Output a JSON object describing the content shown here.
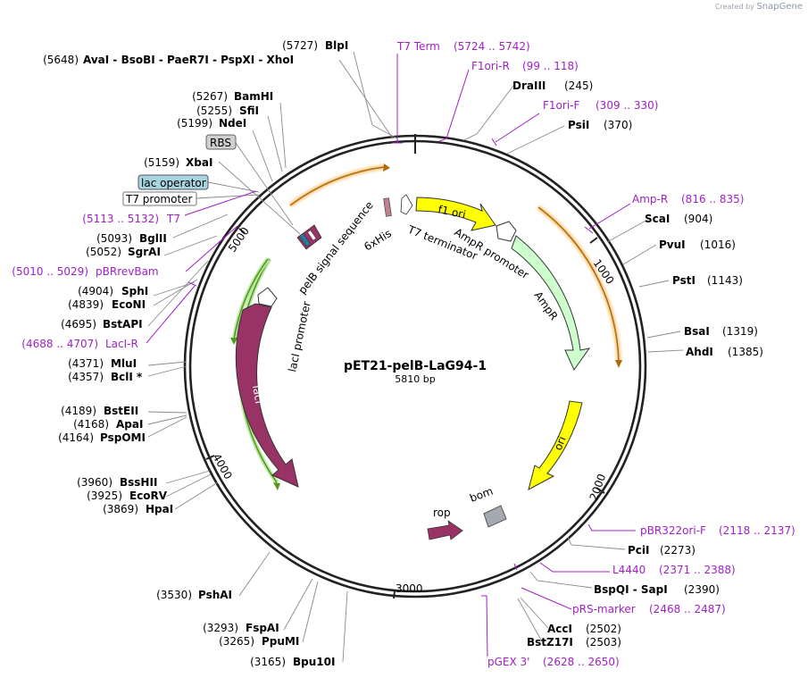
{
  "plasmid": {
    "name": "pET21-pelB-LaG94-1",
    "length_label": "5810 bp",
    "credit_prefix": "Created by",
    "credit_brand": "SnapGene"
  },
  "ticks": [
    "1000",
    "2000",
    "3000",
    "4000",
    "5000"
  ],
  "left_labels": [
    {
      "pos": "(5648)",
      "name": "AvaI  -  BsoBI  -  PaeR7I  -  PspXI  -  XhoI",
      "kind": "enzyme"
    },
    {
      "pos": "(5727)",
      "name": "BlpI",
      "kind": "enzyme"
    },
    {
      "pos": "(5267)",
      "name": "BamHI",
      "kind": "enzyme"
    },
    {
      "pos": "(5255)",
      "name": "SfiI",
      "kind": "enzyme"
    },
    {
      "pos": "(5199)",
      "name": "NdeI",
      "kind": "enzyme"
    },
    {
      "pos": "",
      "name": "RBS",
      "kind": "boxed"
    },
    {
      "pos": "(5159)",
      "name": "XbaI",
      "kind": "enzyme"
    },
    {
      "pos": "",
      "name": "lac operator",
      "kind": "boxed-blue"
    },
    {
      "pos": "",
      "name": "T7 promoter",
      "kind": "boxed-white"
    },
    {
      "pos": "(5113 .. 5132)",
      "name": "T7",
      "kind": "primer"
    },
    {
      "pos": "(5093)",
      "name": "BglII",
      "kind": "enzyme"
    },
    {
      "pos": "(5052)",
      "name": "SgrAI",
      "kind": "enzyme"
    },
    {
      "pos": "(5010 .. 5029)",
      "name": "pBRrevBam",
      "kind": "primer"
    },
    {
      "pos": "(4904)",
      "name": "SphI",
      "kind": "enzyme"
    },
    {
      "pos": "(4839)",
      "name": "EcoNI",
      "kind": "enzyme"
    },
    {
      "pos": "(4695)",
      "name": "BstAPI",
      "kind": "enzyme"
    },
    {
      "pos": "(4688 .. 4707)",
      "name": "LacI-R",
      "kind": "primer"
    },
    {
      "pos": "(4371)",
      "name": "MluI",
      "kind": "enzyme"
    },
    {
      "pos": "(4357)",
      "name": "BclI *",
      "kind": "enzyme"
    },
    {
      "pos": "(4189)",
      "name": "BstEII",
      "kind": "enzyme"
    },
    {
      "pos": "(4168)",
      "name": "ApaI",
      "kind": "enzyme"
    },
    {
      "pos": "(4164)",
      "name": "PspOMI",
      "kind": "enzyme"
    },
    {
      "pos": "(3960)",
      "name": "BssHII",
      "kind": "enzyme"
    },
    {
      "pos": "(3925)",
      "name": "EcoRV",
      "kind": "enzyme"
    },
    {
      "pos": "(3869)",
      "name": "HpaI",
      "kind": "enzyme"
    },
    {
      "pos": "(3530)",
      "name": "PshAI",
      "kind": "enzyme"
    },
    {
      "pos": "(3293)",
      "name": "FspAI",
      "kind": "enzyme"
    },
    {
      "pos": "(3265)",
      "name": "PpuMI",
      "kind": "enzyme"
    },
    {
      "pos": "(3165)",
      "name": "Bpu10I",
      "kind": "enzyme"
    }
  ],
  "right_labels": [
    {
      "name": "T7 Term",
      "pos": "(5724 .. 5742)",
      "kind": "primer"
    },
    {
      "name": "F1ori-R",
      "pos": "(99 .. 118)",
      "kind": "primer"
    },
    {
      "name": "DraIII",
      "pos": "(245)",
      "kind": "enzyme"
    },
    {
      "name": "F1ori-F",
      "pos": "(309 .. 330)",
      "kind": "primer"
    },
    {
      "name": "PsiI",
      "pos": "(370)",
      "kind": "enzyme"
    },
    {
      "name": "Amp-R",
      "pos": "(816 .. 835)",
      "kind": "primer"
    },
    {
      "name": "ScaI",
      "pos": "(904)",
      "kind": "enzyme"
    },
    {
      "name": "PvuI",
      "pos": "(1016)",
      "kind": "enzyme"
    },
    {
      "name": "PstI",
      "pos": "(1143)",
      "kind": "enzyme"
    },
    {
      "name": "BsaI",
      "pos": "(1319)",
      "kind": "enzyme"
    },
    {
      "name": "AhdI",
      "pos": "(1385)",
      "kind": "enzyme"
    },
    {
      "name": "pBR322ori-F",
      "pos": "(2118 .. 2137)",
      "kind": "primer"
    },
    {
      "name": "PciI",
      "pos": "(2273)",
      "kind": "enzyme"
    },
    {
      "name": "L4440",
      "pos": "(2371 .. 2388)",
      "kind": "primer"
    },
    {
      "name": "BspQI  -  SapI",
      "pos": "(2390)",
      "kind": "enzyme"
    },
    {
      "name": "pRS-marker",
      "pos": "(2468 .. 2487)",
      "kind": "primer"
    },
    {
      "name": "AccI",
      "pos": "(2502)",
      "kind": "enzyme"
    },
    {
      "name": "BstZ17I",
      "pos": "(2503)",
      "kind": "enzyme"
    },
    {
      "name": "pGEX 3'",
      "pos": "(2628 .. 2650)",
      "kind": "primer"
    }
  ],
  "features": [
    {
      "name": "f1 ori",
      "kind": "origin",
      "color": "#ffff00"
    },
    {
      "name": "AmpR promoter",
      "kind": "promoter",
      "color": "#ffffff"
    },
    {
      "name": "AmpR",
      "kind": "gene",
      "color": "#ccffcc"
    },
    {
      "name": "ori",
      "kind": "origin",
      "color": "#ffff00"
    },
    {
      "name": "bom",
      "kind": "misc",
      "color": "#a5aab0"
    },
    {
      "name": "rop",
      "kind": "gene",
      "color": "#993366"
    },
    {
      "name": "lacI",
      "kind": "gene",
      "color": "#993366"
    },
    {
      "name": "lacI promoter",
      "kind": "promoter",
      "color": "#ffffff"
    },
    {
      "name": "pelB signal sequence",
      "kind": "signal",
      "color": "#993366"
    },
    {
      "name": "6xHis",
      "kind": "tag",
      "color": "#c08090"
    },
    {
      "name": "T7 terminator",
      "kind": "terminator",
      "color": "#ffffff"
    }
  ],
  "colors": {
    "primer": "#a020c8",
    "orange_arc": "#d7871f",
    "green_arc": "#4f9a1c",
    "gene": "#993366"
  }
}
